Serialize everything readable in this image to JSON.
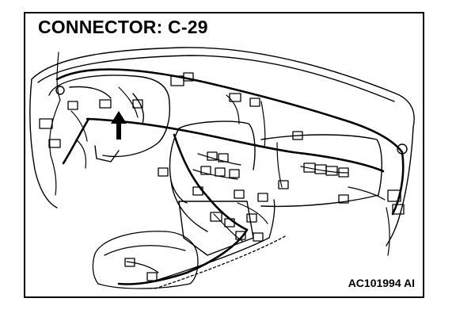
{
  "diagram": {
    "title": "CONNECTOR: C-29",
    "figure_id": "AC101994 AI",
    "colors": {
      "ink": "#000000",
      "paper": "#ffffff"
    },
    "callout": "arrow-pointing-to-connector-c-29"
  }
}
